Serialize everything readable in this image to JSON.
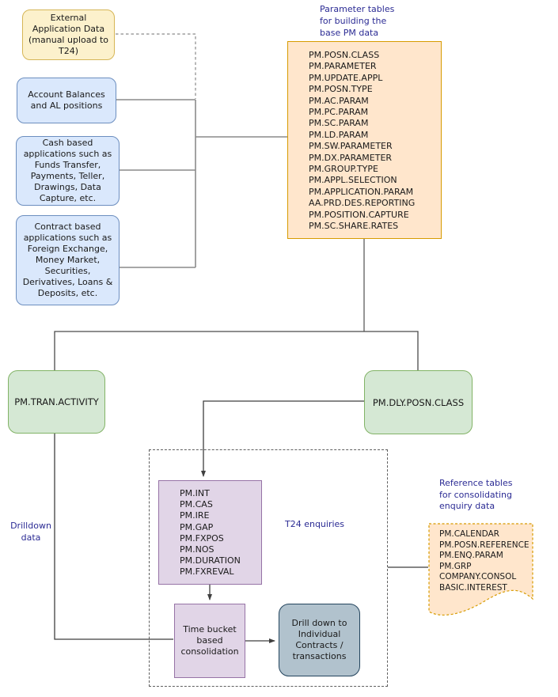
{
  "colors": {
    "navy_label": "#2b2b94",
    "yellow_fill": "#FCF1CC",
    "yellow_border": "#D6B656",
    "blue_fill": "#DAE8FC",
    "blue_border": "#6C8EBF",
    "orange_fill": "#FFE6CC",
    "orange_border": "#D79B00",
    "green_fill": "#D5E8D4",
    "green_border": "#82B366",
    "purple_fill": "#E1D5E7",
    "purple_border": "#9673A6",
    "slate_fill": "#B1C2CD",
    "slate_border": "#23445D"
  },
  "sources": {
    "external": "External Application Data (manual upload to T24)",
    "account": "Account Balances and AL positions",
    "cash": "Cash based applications such as Funds Transfer, Payments, Teller, Drawings, Data Capture, etc.",
    "contract": "Contract based applications such as Foreign Exchange, Money Market, Securities, Derivatives, Loans & Deposits, etc."
  },
  "parameter_tables": {
    "label": [
      "Parameter tables",
      "for building the",
      "base PM data"
    ],
    "items": [
      "PM.POSN.CLASS",
      "PM.PARAMETER",
      "PM.UPDATE.APPL",
      "PM.POSN.TYPE",
      "PM.AC.PARAM",
      "PM.PC.PARAM",
      "PM.SC.PARAM",
      "PM.LD.PARAM",
      "PM.SW.PARAMETER",
      "PM.DX.PARAMETER",
      "PM.GROUP.TYPE",
      "PM.APPL.SELECTION",
      "PM.APPLICATION.PARAM",
      "AA.PRD.DES.REPORTING",
      "PM.POSITION.CAPTURE",
      "PM.SC.SHARE.RATES"
    ]
  },
  "stores": {
    "pm_tran_activity": "PM.TRAN.ACTIVITY",
    "pm_dly_posn_class": "PM.DLY.POSN.CLASS"
  },
  "enquiries": {
    "label": "T24 enquiries",
    "items": [
      "PM.INT",
      "PM.CAS",
      "PM.IRE",
      "PM.GAP",
      "PM.FXPOS",
      "PM.NOS",
      "PM.DURATION",
      "PM.FXREVAL"
    ],
    "time_bucket": "Time bucket based consolidation",
    "drill_down": "Drill down to Individual Contracts / transactions"
  },
  "reference_tables": {
    "label": [
      "Reference tables",
      "for consolidating",
      "enquiry data"
    ],
    "items": [
      "PM.CALENDAR",
      "PM.POSN.REFERENCE",
      "PM.ENQ.PARAM",
      "PM.GRP",
      "COMPANY.CONSOL",
      "BASIC.INTEREST"
    ]
  },
  "drilldown_label": [
    "Drilldown",
    "data"
  ]
}
